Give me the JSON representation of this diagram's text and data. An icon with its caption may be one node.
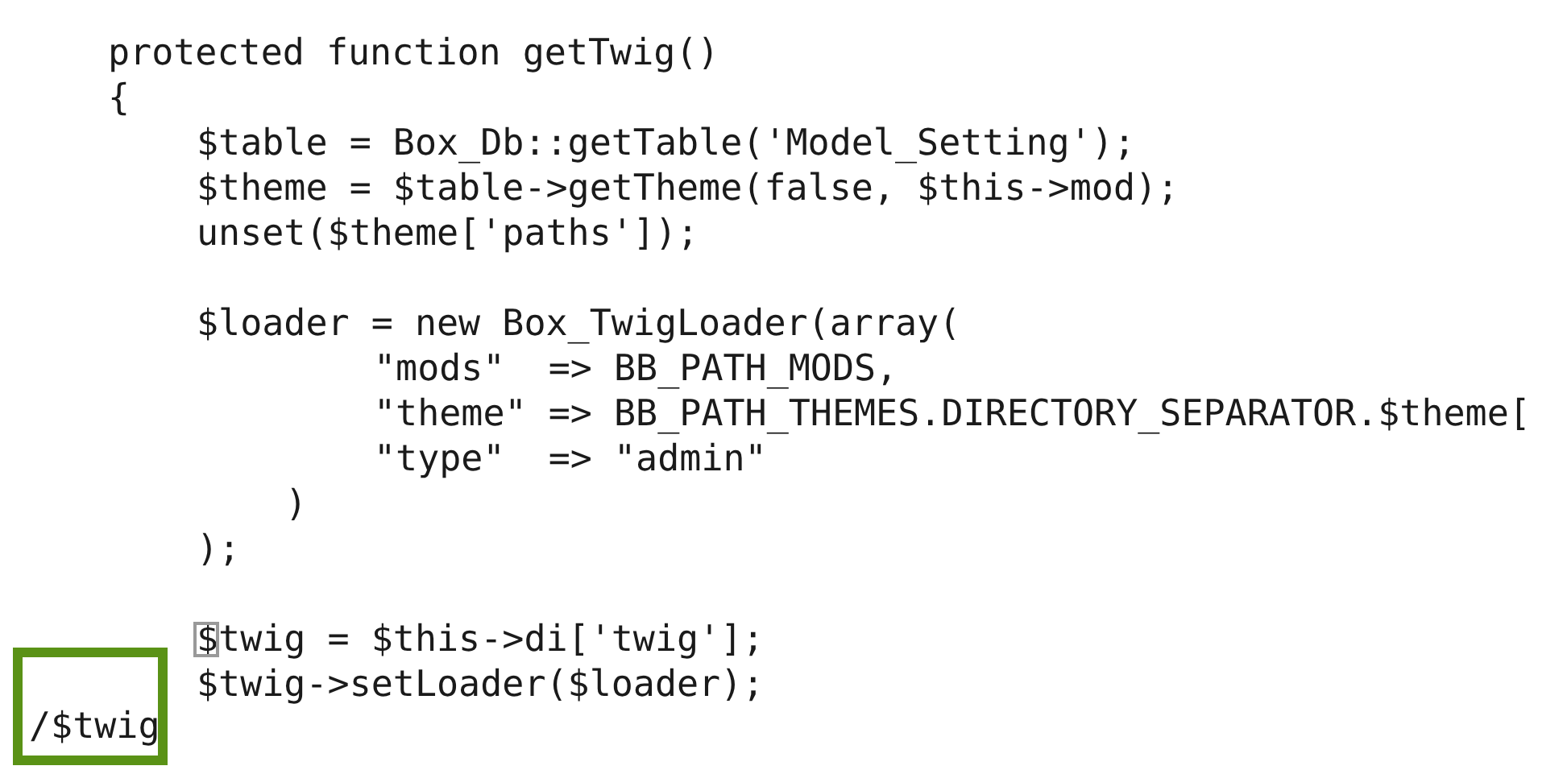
{
  "diagram": {
    "nodes": [
      {
        "text": [
          "/$twig"
        ]
      }
    ],
    "labels": [
      "protected function getTwig()",
      "{",
      "$table = Box_Db::getTable('Model_Setting');",
      "$theme = $table->getTheme(false, $this->mod);",
      "unset($theme['paths']);",
      "$loader = new Box_TwigLoader(array(",
      "\"mods\"  => BB_PATH_MODS,",
      "\"theme\" => BB_PATH_THEMES.DIRECTORY_SEPARATOR.$theme[",
      "\"type\"  => \"admin\"",
      ")",
      ");",
      "$twig = $this->di['twig'];",
      "$twig->setLoader($loader);"
    ]
  }
}
